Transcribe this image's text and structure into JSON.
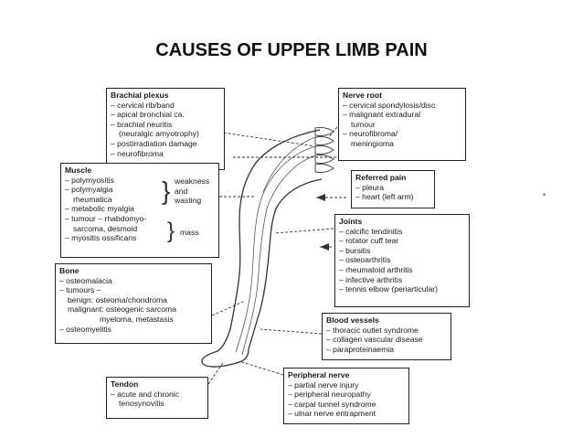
{
  "title": "CAUSES OF UPPER LIMB PAIN",
  "stray_mark": "•",
  "boxes": {
    "brachial": {
      "heading": "Brachial plexus",
      "lines": [
        "– cervical rib/band",
        "– apical bronchial ca.",
        "– brachial neuritis",
        "(neuralgic amyotrophy)",
        "– postirradiation damage",
        "– neurofibroma"
      ]
    },
    "muscle": {
      "heading": "Muscle",
      "lines": [
        "– polymyositis",
        "– polymyalgia",
        "rheumatica",
        "– metabolic myalgia",
        "– tumour – rhabdomyo-",
        "sarcoma, desmoid",
        "– myositis ossificans"
      ],
      "group_weakness": [
        "weakness",
        "and",
        "wasting"
      ],
      "group_mass": "mass"
    },
    "bone": {
      "heading": "Bone",
      "lines": [
        "– osteomalacia",
        "– tumours –",
        "benign: osteoma/chondroma",
        "malignant: osteogenic sarcoma",
        "myeloma, metastasis",
        "– osteomyelitis"
      ]
    },
    "tendon": {
      "heading": "Tendon",
      "lines": [
        "– acute and chronic",
        "tenosynovitis"
      ]
    },
    "nerve_root": {
      "heading": "Nerve root",
      "lines": [
        "– cervical spondylosis/disc",
        "– malignant extradural",
        "tumour",
        "– neurofibroma/",
        "meningioma"
      ]
    },
    "referred": {
      "heading": "Referred pain",
      "lines": [
        "– pleura",
        "– heart (left arm)"
      ]
    },
    "joints": {
      "heading": "Joints",
      "lines": [
        "– calcific tendinitis",
        "– rotator cuff tear",
        "– bursitis",
        "– osteoarthritis",
        "– rheumatoid arthritis",
        "– infective arthritis",
        "– tennis elbow (periarticular)"
      ]
    },
    "blood": {
      "heading": "Blood vessels",
      "lines": [
        "– thoracic outlet syndrome",
        "– collagen vascular disease",
        "– paraproteinaemia"
      ]
    },
    "peripheral": {
      "heading": "Peripheral nerve",
      "lines": [
        "– partial nerve injury",
        "– peripheral neuropathy",
        "– carpal tunnel syndrome",
        "– ulnar nerve entrapment"
      ]
    }
  }
}
